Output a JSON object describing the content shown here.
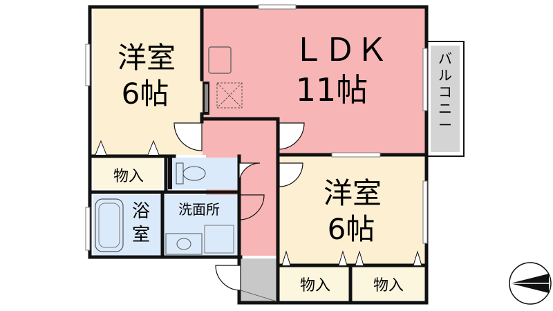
{
  "rooms": {
    "western_a": {
      "name": "洋室",
      "size": "6帖"
    },
    "ldk": {
      "name": "ＬＤＫ",
      "size": "11帖"
    },
    "western_b": {
      "name": "洋室",
      "size": "6帖"
    },
    "storage_a": "物入",
    "storage_b": "物入",
    "storage_c": "物入",
    "bath": "浴室",
    "washroom": "洗面所",
    "balcony": "バルコニー"
  },
  "colors": {
    "western": "#fcefd2",
    "ldk": "#f7b5b5",
    "wet": "#dbeafa",
    "storage": "#fdf6df",
    "wall": "#111111",
    "balcony": "#d4d4d4",
    "floor_gray": "#c8c8c8"
  },
  "compass": {
    "symbol": "north-arrow"
  }
}
